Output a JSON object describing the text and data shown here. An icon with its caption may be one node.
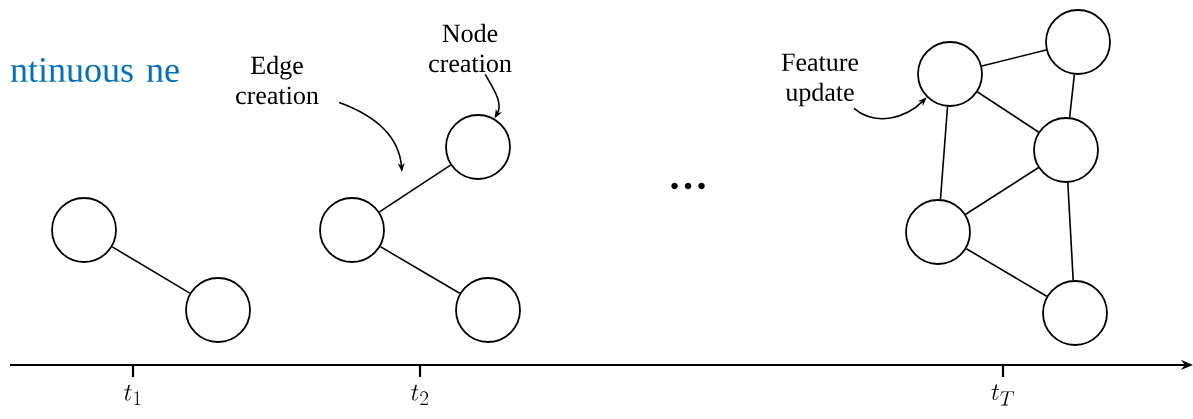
{
  "diagram": {
    "nodes": [
      {
        "text": [],
        "shape": "circle"
      },
      {
        "text": [],
        "shape": "circle"
      },
      {
        "text": [],
        "shape": "circle"
      },
      {
        "text": [],
        "shape": "circle"
      },
      {
        "text": [],
        "shape": "circle"
      },
      {
        "text": [],
        "shape": "circle"
      },
      {
        "text": [],
        "shape": "circle"
      },
      {
        "text": [],
        "shape": "circle"
      },
      {
        "text": [],
        "shape": "circle"
      },
      {
        "text": [],
        "shape": "circle"
      },
      {
        "text": [
          "Edge creation"
        ]
      },
      {
        "text": [
          "Node creation"
        ]
      },
      {
        "text": [
          "Feature update"
        ]
      }
    ],
    "edges": [
      {
        "from": 0,
        "to": 1,
        "arrow": "none"
      },
      {
        "from": 2,
        "to": 3,
        "arrow": "none"
      },
      {
        "from": 2,
        "to": 4,
        "arrow": "none"
      },
      {
        "from": 5,
        "to": 6,
        "arrow": "none"
      },
      {
        "from": 5,
        "to": 7,
        "arrow": "none"
      },
      {
        "from": 5,
        "to": 8,
        "arrow": "none"
      },
      {
        "from": 6,
        "to": 7,
        "arrow": "none"
      },
      {
        "from": 7,
        "to": 8,
        "arrow": "none"
      },
      {
        "from": 7,
        "to": 9,
        "arrow": "none"
      },
      {
        "from": 8,
        "to": 9,
        "arrow": "none"
      },
      {
        "from": 10,
        "to": null,
        "arrow": "to"
      },
      {
        "from": 11,
        "to": 3,
        "arrow": "to"
      },
      {
        "from": 12,
        "to": 5,
        "arrow": "to"
      }
    ],
    "labels": [
      "ntinuous ne",
      "…",
      "t_1",
      "t_2",
      "t_T"
    ]
  }
}
